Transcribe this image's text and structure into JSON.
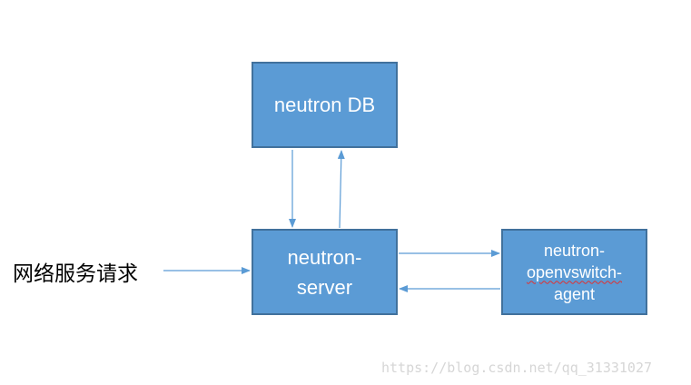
{
  "nodes": {
    "db": "neutron DB",
    "server_line1": "neutron-",
    "server_line2": "server",
    "agent_line1": "neutron-",
    "agent_line2": "openvswitch-",
    "agent_line3": "agent"
  },
  "request_label": "网络服务请求",
  "watermark": "https://blog.csdn.net/qq_31331027",
  "colors": {
    "box_fill": "#5b9bd5",
    "box_border": "#41719c",
    "arrow": "#5b9bd5"
  }
}
